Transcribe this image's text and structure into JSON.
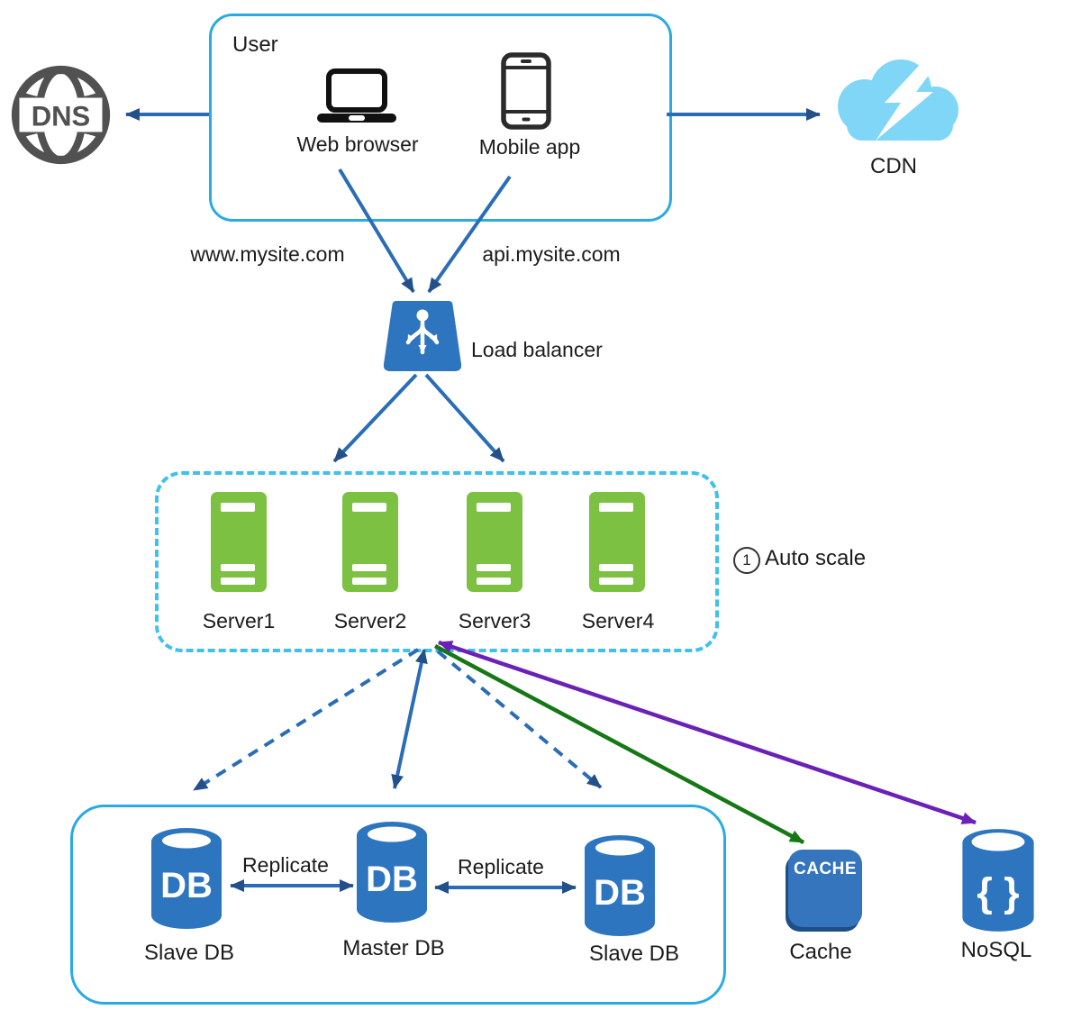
{
  "colors": {
    "box_border_cyan": "#29abe2",
    "dashed_border_cyan": "#3fc0ed",
    "arrow_blue": "#2a6db6",
    "arrowhead_navy": "#245089",
    "icon_blue": "#2e75c0",
    "server_green": "#7cc142",
    "green_arrow": "#157815",
    "purple_arrow": "#6b21b8",
    "cloud_blue": "#7fd6f7",
    "dns_gray": "#515151",
    "cache_shadow": "#1d4e85"
  },
  "nodes": {
    "dns": {
      "label": "DNS",
      "icon": "dns-globe-icon"
    },
    "user_box": {
      "title": "User"
    },
    "web_browser": {
      "label": "Web browser",
      "icon": "laptop-icon"
    },
    "mobile_app": {
      "label": "Mobile app",
      "icon": "smartphone-icon"
    },
    "cdn": {
      "label": "CDN",
      "icon": "cloud-lightning-icon"
    },
    "load_balancer": {
      "label": "Load balancer",
      "icon": "load-balancer-icon"
    },
    "auto_scale": {
      "badge": "1",
      "label": "Auto scale",
      "servers": [
        "Server1",
        "Server2",
        "Server3",
        "Server4"
      ]
    },
    "db_cluster": {
      "db_icon_text": "DB",
      "labels": {
        "slave_left": "Slave DB",
        "master": "Master DB",
        "slave_right": "Slave DB"
      },
      "replicate_label": "Replicate"
    },
    "cache": {
      "icon_text": "CACHE",
      "label": "Cache"
    },
    "nosql": {
      "icon_text": "{ }",
      "label": "NoSQL"
    }
  },
  "edges": {
    "www_domain": "www.mysite.com",
    "api_domain": "api.mysite.com"
  }
}
